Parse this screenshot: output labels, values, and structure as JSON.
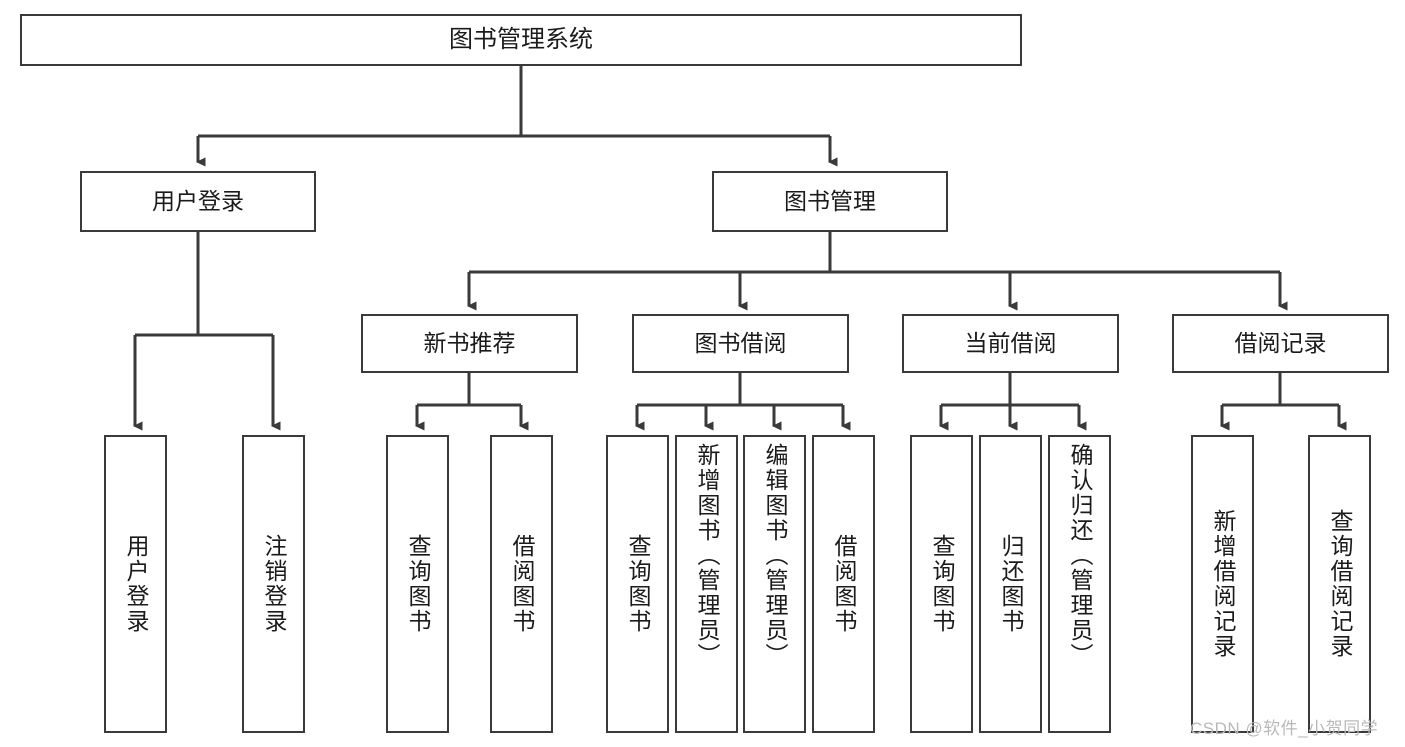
{
  "diagram": {
    "type": "hierarchy-tree",
    "title": "图书管理系统",
    "orientation": "top-down",
    "nodes": {
      "root": {
        "label": "图书管理系统",
        "level": 0
      },
      "user_login": {
        "label": "用户登录",
        "level": 1
      },
      "book_manage": {
        "label": "图书管理",
        "level": 1
      },
      "new_book_rec": {
        "label": "新书推荐",
        "level": 2
      },
      "book_borrow": {
        "label": "图书借阅",
        "level": 2
      },
      "current_borrow": {
        "label": "当前借阅",
        "level": 2
      },
      "borrow_record": {
        "label": "借阅记录",
        "level": 2
      },
      "leaf_user_login": {
        "label": "用户登录",
        "level": 3
      },
      "leaf_logout": {
        "label": "注销登录",
        "level": 3
      },
      "leaf_query_book_1": {
        "label": "查询图书",
        "level": 3
      },
      "leaf_borrow_book_1": {
        "label": "借阅图书",
        "level": 3
      },
      "leaf_query_book_2": {
        "label": "查询图书",
        "level": 3
      },
      "leaf_add_book": {
        "label": "新增图书（管理员）",
        "level": 3
      },
      "leaf_edit_book": {
        "label": "编辑图书（管理员）",
        "level": 3
      },
      "leaf_borrow_book_2": {
        "label": "借阅图书",
        "level": 3
      },
      "leaf_query_book_3": {
        "label": "查询图书",
        "level": 3
      },
      "leaf_return_book": {
        "label": "归还图书",
        "level": 3
      },
      "leaf_confirm_return": {
        "label": "确认归还（管理员）",
        "level": 3
      },
      "leaf_add_record": {
        "label": "新增借阅记录",
        "level": 3
      },
      "leaf_query_record": {
        "label": "查询借阅记录",
        "level": 3
      }
    },
    "edges": [
      {
        "from": "root",
        "to": "user_login"
      },
      {
        "from": "root",
        "to": "book_manage"
      },
      {
        "from": "user_login",
        "to": "leaf_user_login"
      },
      {
        "from": "user_login",
        "to": "leaf_logout"
      },
      {
        "from": "book_manage",
        "to": "new_book_rec"
      },
      {
        "from": "book_manage",
        "to": "book_borrow"
      },
      {
        "from": "book_manage",
        "to": "current_borrow"
      },
      {
        "from": "book_manage",
        "to": "borrow_record"
      },
      {
        "from": "new_book_rec",
        "to": "leaf_query_book_1"
      },
      {
        "from": "new_book_rec",
        "to": "leaf_borrow_book_1"
      },
      {
        "from": "book_borrow",
        "to": "leaf_query_book_2"
      },
      {
        "from": "book_borrow",
        "to": "leaf_add_book"
      },
      {
        "from": "book_borrow",
        "to": "leaf_edit_book"
      },
      {
        "from": "book_borrow",
        "to": "leaf_borrow_book_2"
      },
      {
        "from": "current_borrow",
        "to": "leaf_query_book_3"
      },
      {
        "from": "current_borrow",
        "to": "leaf_return_book"
      },
      {
        "from": "current_borrow",
        "to": "leaf_confirm_return"
      },
      {
        "from": "borrow_record",
        "to": "leaf_add_record"
      },
      {
        "from": "borrow_record",
        "to": "leaf_query_record"
      }
    ],
    "colors": {
      "box_border": "#3a3a3a",
      "box_fill": "#ffffff",
      "connector": "#3a3a3a",
      "text": "#1b1b1b",
      "watermark": "#b9b9b9"
    }
  },
  "watermark": {
    "text": "CSDN @软件_小贺同学"
  }
}
